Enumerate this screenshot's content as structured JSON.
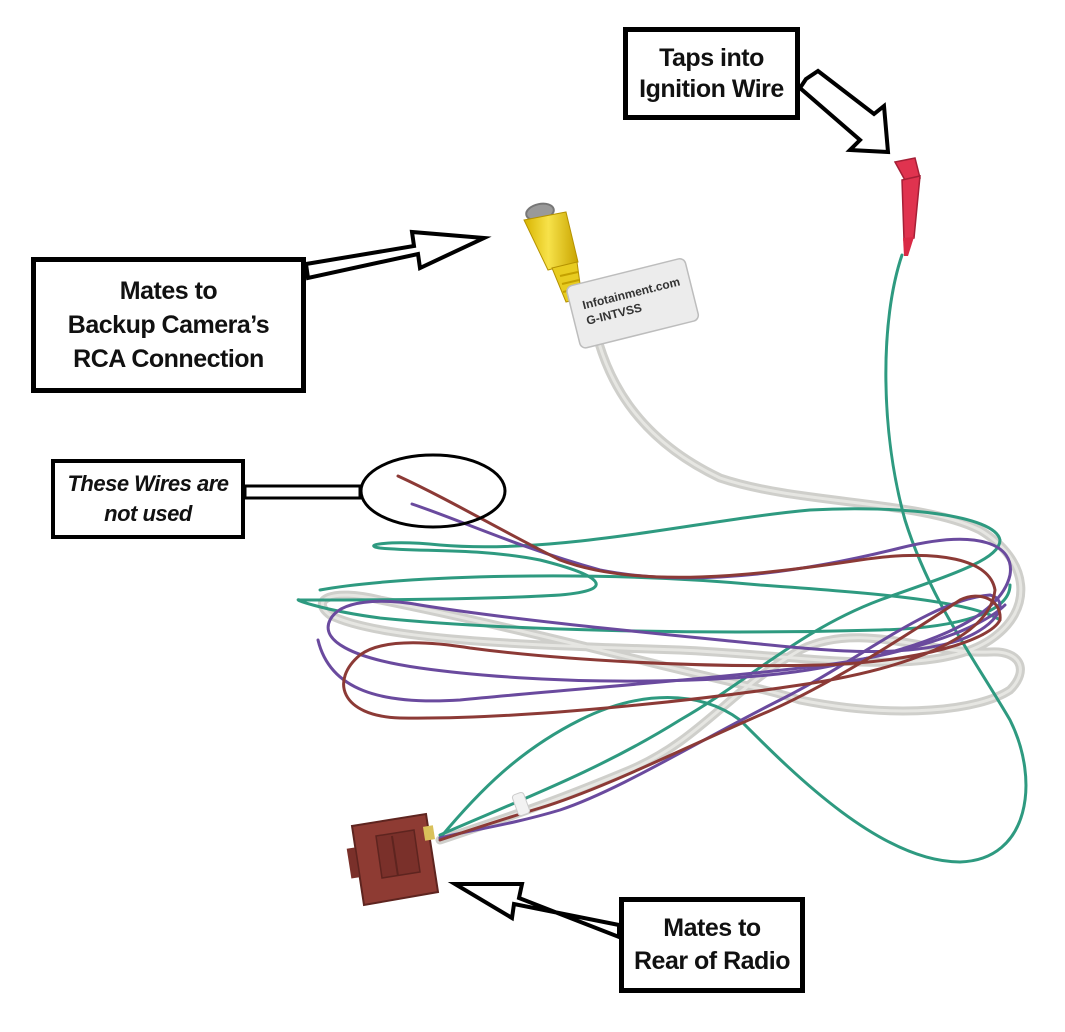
{
  "callouts": {
    "ignition": {
      "line1": "Taps into",
      "line2": "Ignition Wire"
    },
    "rca": {
      "line1": "Mates to",
      "line2": "Backup Camera’s",
      "line3": "RCA Connection"
    },
    "unused": {
      "line1": "These Wires are",
      "line2": "not used"
    },
    "radio": {
      "line1": "Mates to",
      "line2": "Rear of Radio"
    }
  },
  "tag_label": {
    "line1": "Infotainment.com",
    "line2": "G-INTVSS"
  },
  "colors": {
    "wire_green": "#2e9a80",
    "wire_purple": "#6a4a9e",
    "wire_brown": "#8c3a36",
    "wire_gray": "#cfcfcb",
    "rca_yellow": "#f2d21c",
    "tap_red": "#e0334f",
    "connector_brown": "#8e3b33"
  }
}
